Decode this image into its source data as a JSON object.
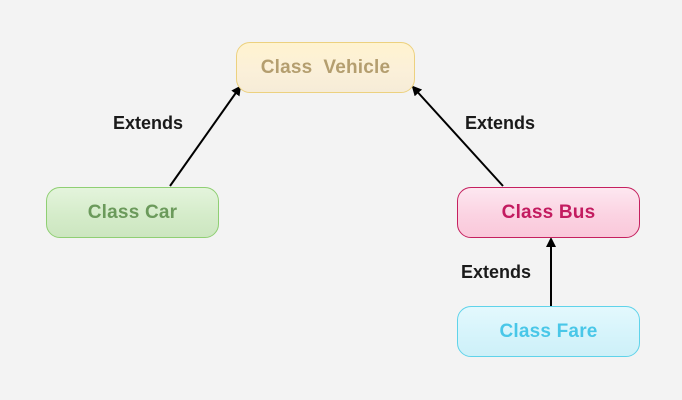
{
  "nodes": {
    "vehicle": "Class  Vehicle",
    "car": "Class Car",
    "bus": "Class Bus",
    "fare": "Class Fare"
  },
  "edges": [
    {
      "from": "car",
      "to": "vehicle",
      "label": "Extends"
    },
    {
      "from": "bus",
      "to": "vehicle",
      "label": "Extends"
    },
    {
      "from": "fare",
      "to": "bus",
      "label": "Extends"
    }
  ],
  "colors": {
    "background": "#f3f3f3",
    "vehicle_border": "#ecd17f",
    "vehicle_text": "#b49e6f",
    "car_border": "#8fcf73",
    "car_text": "#6b9a5b",
    "bus_border": "#c5205f",
    "bus_text": "#c31c60",
    "fare_border": "#5fd3ea",
    "fare_text": "#49c7e8",
    "arrow": "#000000"
  }
}
